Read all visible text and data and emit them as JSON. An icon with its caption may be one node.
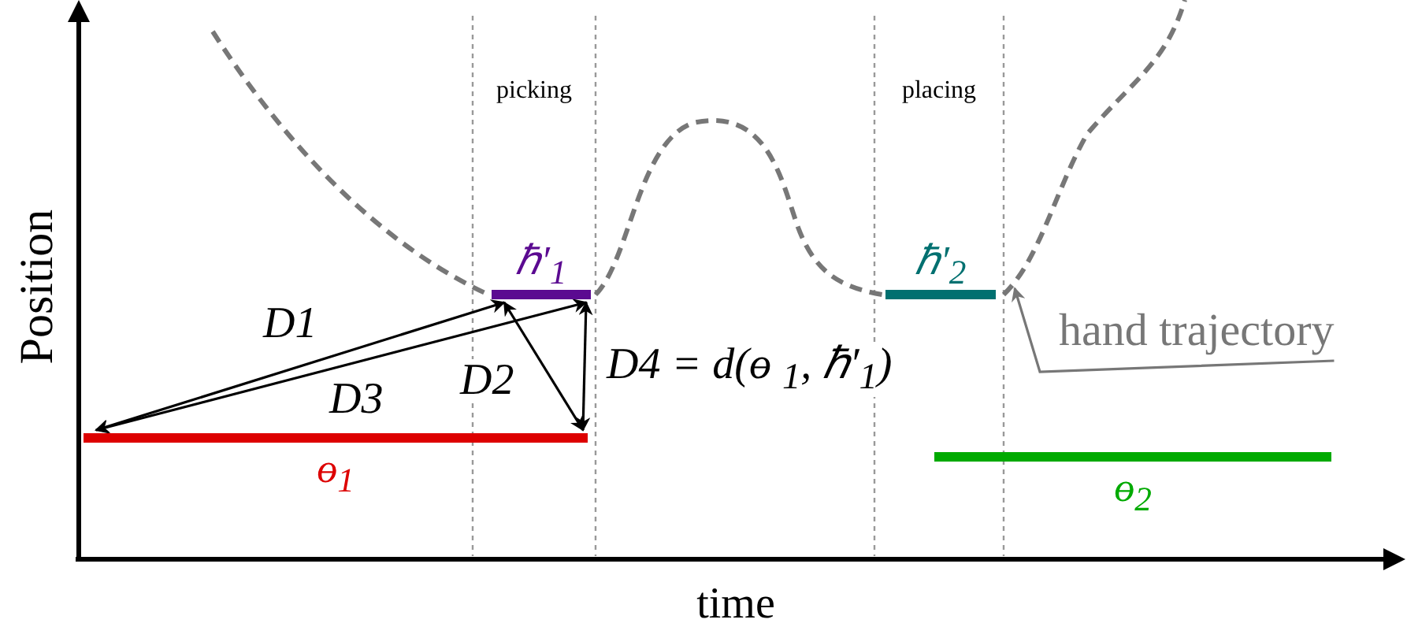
{
  "diagram": {
    "nodes": [
      {
        "text": [
          "ɵ$_{1}$"
        ]
      },
      {
        "text": [
          "ℏ′$_{1}$"
        ]
      },
      {
        "text": [
          "ℏ′$_{2}$"
        ]
      },
      {
        "text": [
          "ɵ$_{2}$"
        ]
      },
      {
        "text": [
          "hand trajectory"
        ]
      },
      {
        "text": [],
        "shape": "line"
      }
    ],
    "edges": [
      {
        "from": 0,
        "to": 1,
        "arrow": "both",
        "label": "D1"
      },
      {
        "from": 0,
        "to": 1,
        "arrow": "both",
        "label": "D3"
      },
      {
        "from": 1,
        "to": 0,
        "arrow": "both",
        "label": "D2"
      },
      {
        "from": 1,
        "to": 0,
        "arrow": "both",
        "label": "D4 = *d*(ɵ $_{1}$, ℏ′$_{1}$)"
      },
      {
        "from": 4,
        "to": 5,
        "arrow": "to",
        "color": "#777777"
      }
    ],
    "labels": [
      "picking",
      "placing",
      "Position",
      "time"
    ]
  }
}
